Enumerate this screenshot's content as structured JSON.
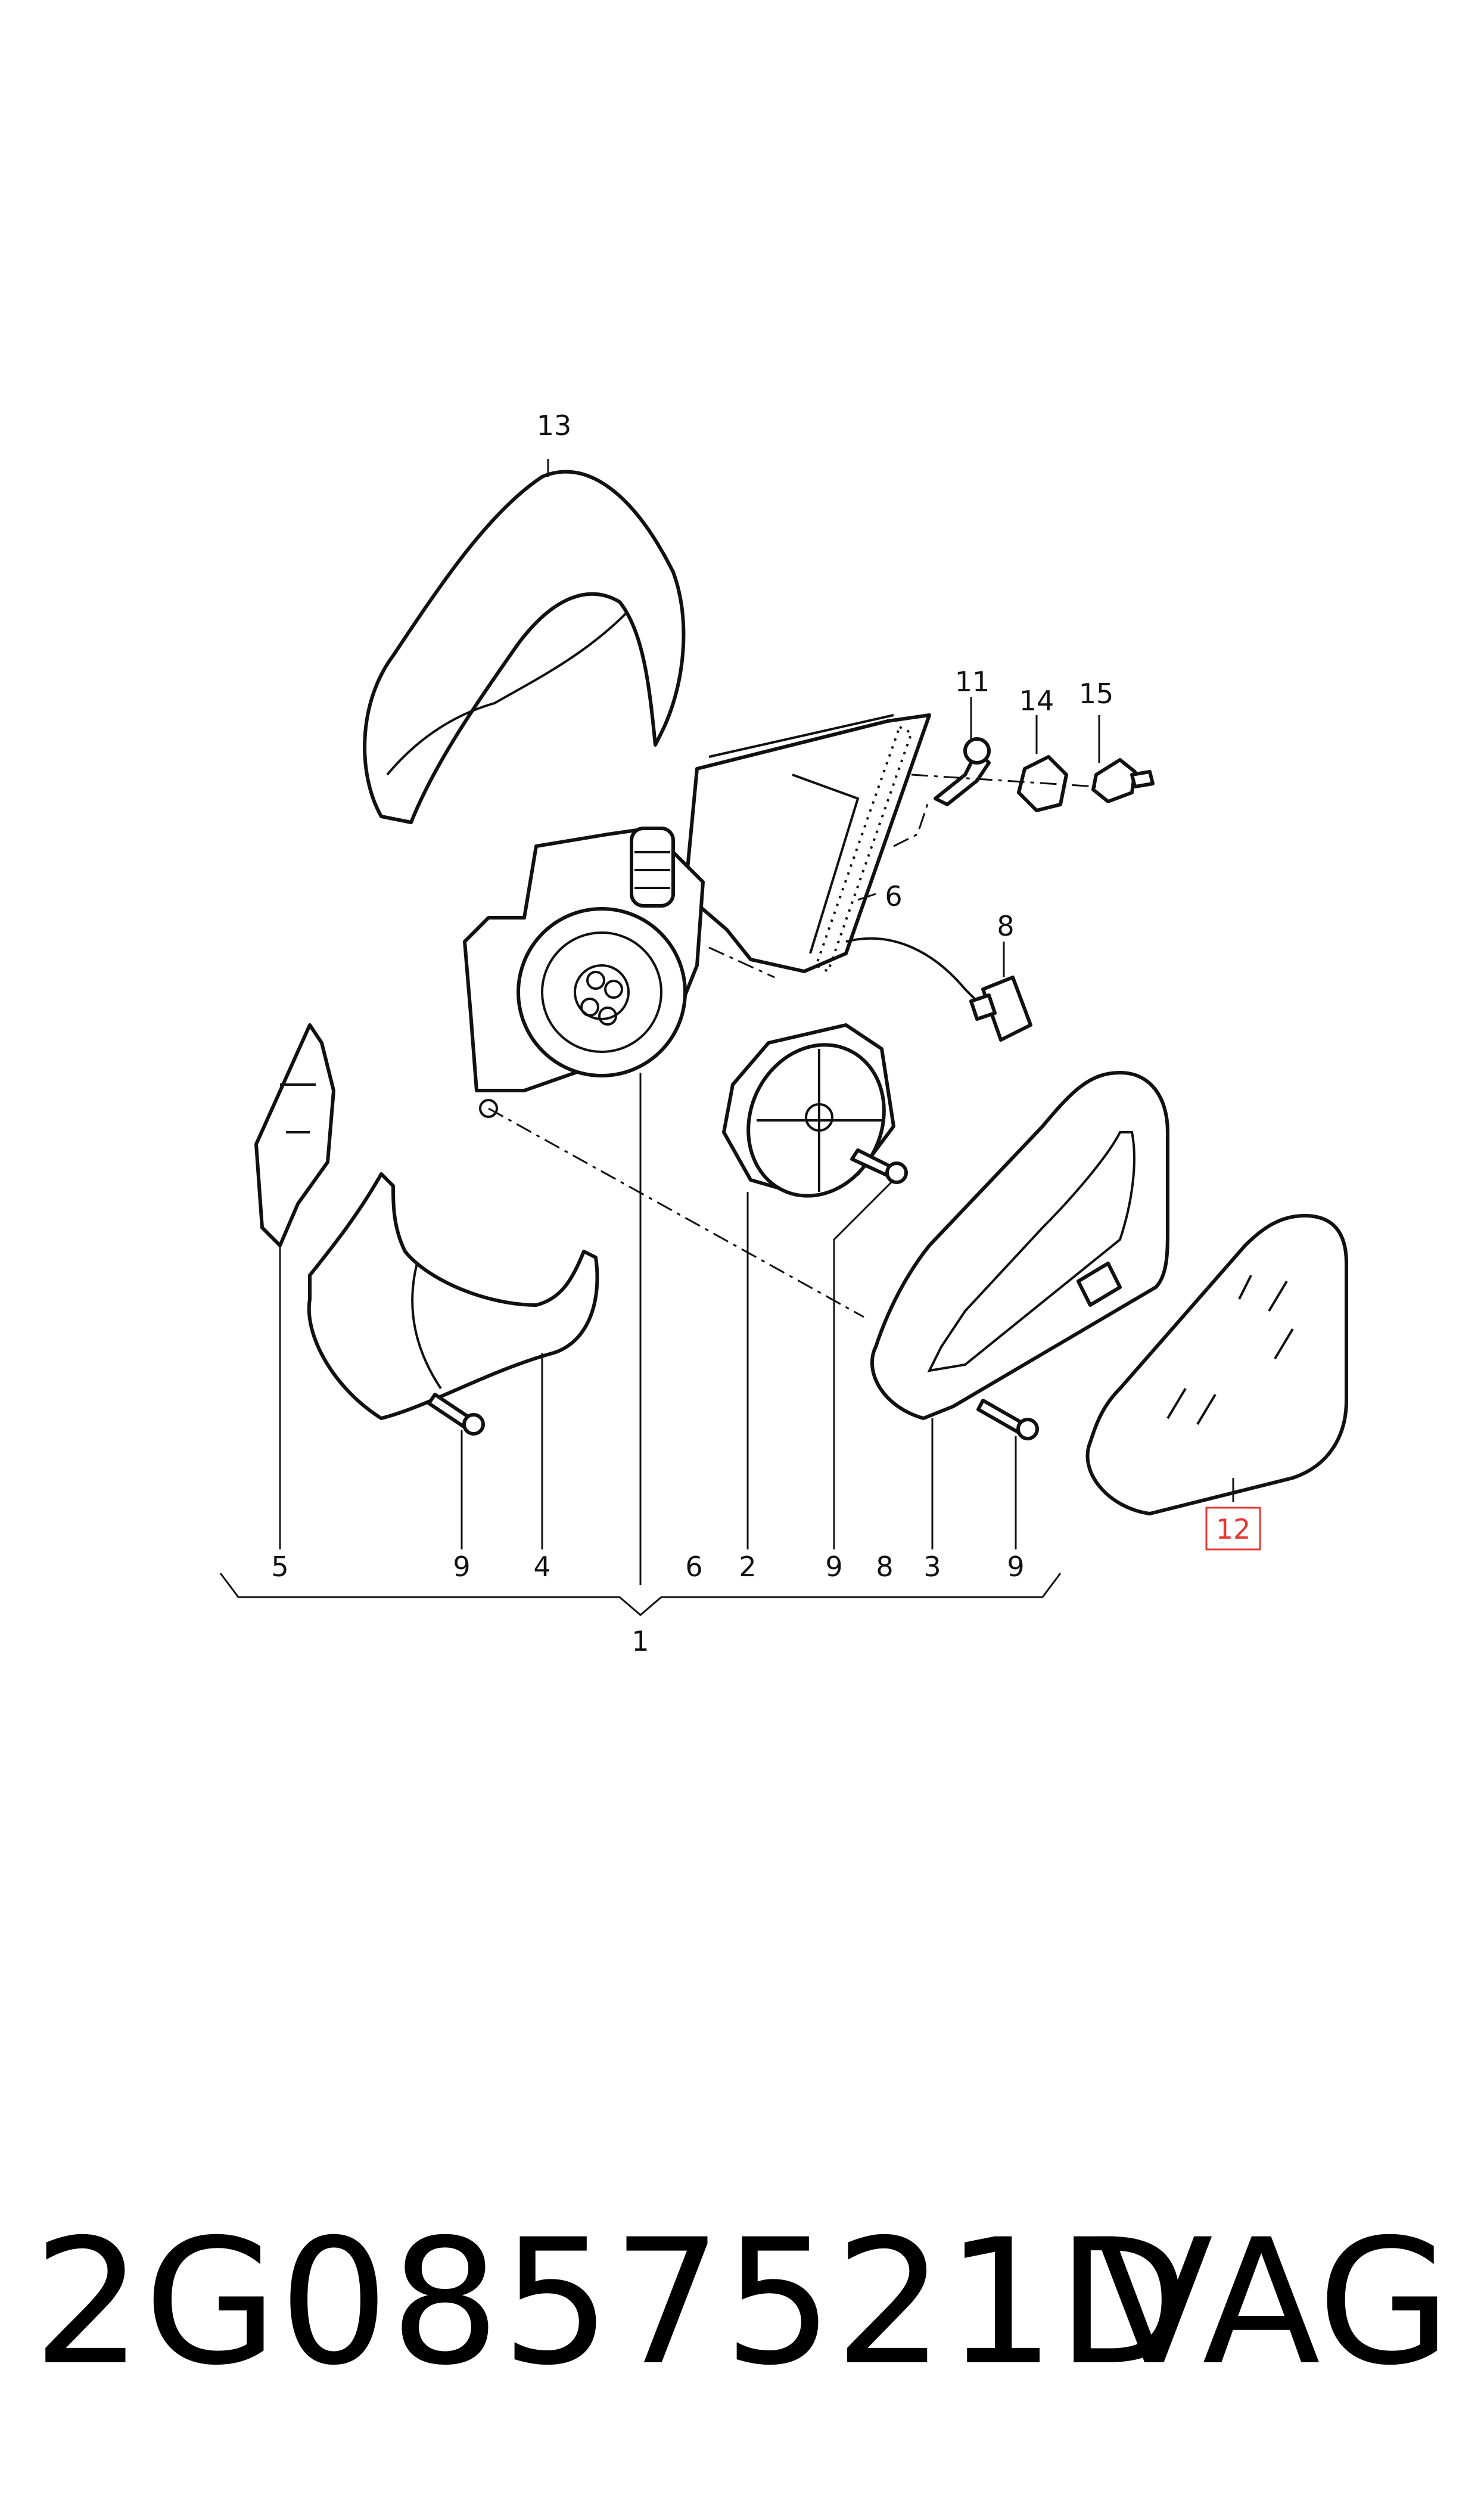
{
  "diagram": {
    "callouts": {
      "c13": "13",
      "c11": "11",
      "c14": "14",
      "c15": "15",
      "c6_upper": "6",
      "c8_upper": "8",
      "c12": "12",
      "c5": "5",
      "c9_left": "9",
      "c4": "4",
      "c6_lower": "6",
      "c2": "2",
      "c9_mid": "9",
      "c8_lower": "8",
      "c3": "3",
      "c9_right": "9",
      "c1": "1"
    },
    "highlight_color": "#e53935"
  },
  "footer": {
    "part_number": "2G0857521D",
    "brand": "VAG"
  }
}
